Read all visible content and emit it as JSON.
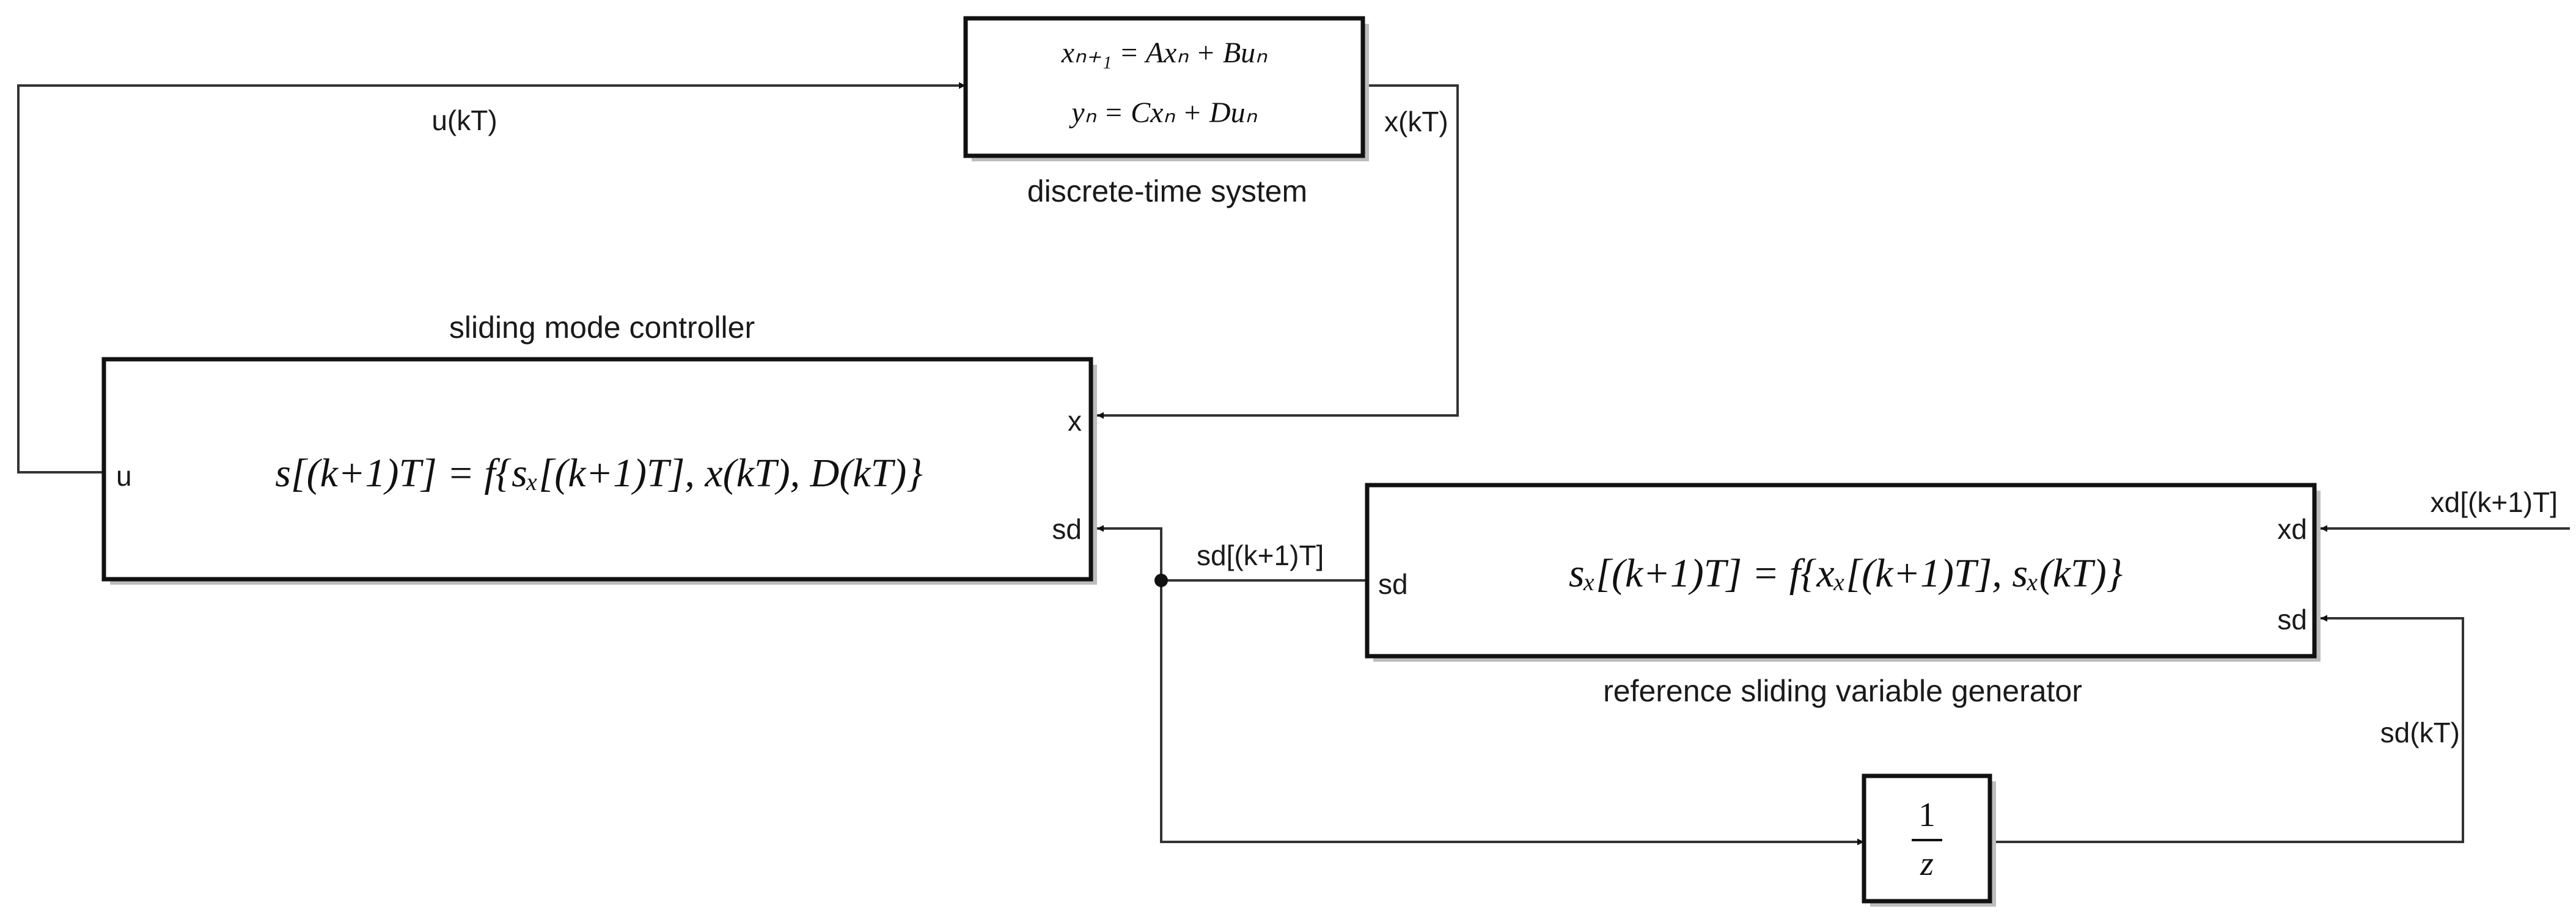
{
  "blocks": {
    "plant": {
      "caption": "discrete-time system",
      "eq1": "xₙ₊₁ = Axₙ + Buₙ",
      "eq2": "yₙ = Cxₙ + Duₙ"
    },
    "controller": {
      "caption": "sliding mode controller",
      "equation": "s[(k+1)T] = f{sₓ[(k+1)T], x(kT), D(kT)}",
      "port_out": "u",
      "port_in_x": "x",
      "port_in_sd": "sd"
    },
    "generator": {
      "caption": "reference sliding variable generator",
      "equation": "sₓ[(k+1)T] = f{xₓ[(k+1)T], sₓ(kT)}",
      "port_out": "sd",
      "port_in_xd": "xd",
      "port_in_sd": "sd"
    },
    "delay": {
      "numerator": "1",
      "denominator": "z"
    }
  },
  "signals": {
    "u": "u(kT)",
    "x": "x(kT)",
    "sd_next": "sd[(k+1)T]",
    "xd_next": "xd[(k+1)T]",
    "sd_now": "sd(kT)"
  },
  "colors": {
    "line": "#333333",
    "block_border": "#111111",
    "shadow": "#bdbdbd"
  }
}
